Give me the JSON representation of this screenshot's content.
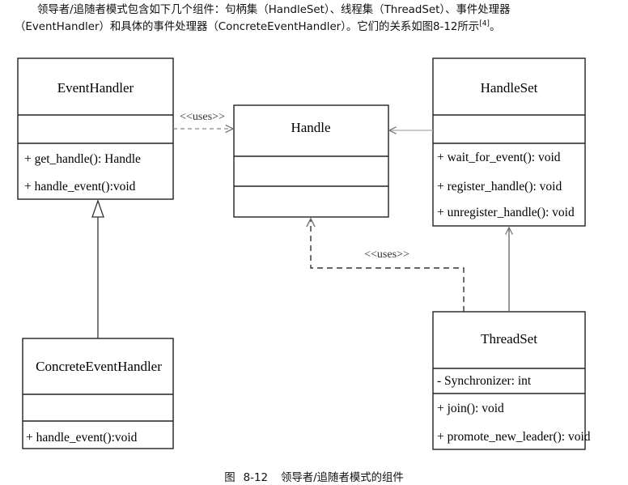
{
  "paragraph": {
    "line1": "领导者/追随者模式包含如下几个组件：句柄集（HandleSet）、线程集（ThreadSet）、事件处理器",
    "line2_prefix": "（EventHandler）和具体的事件处理器（ConcreteEventHandler）。它们的关系如图8-12所示",
    "ref": "[4]",
    "line2_suffix": "。"
  },
  "diagram": {
    "classes": {
      "event_handler": {
        "name": "EventHandler",
        "methods": [
          "+ get_handle(): Handle",
          "+ handle_event():void"
        ]
      },
      "handle": {
        "name": "Handle"
      },
      "handle_set": {
        "name": "HandleSet",
        "methods": [
          "+ wait_for_event(): void",
          "+ register_handle(): void",
          "+ unregister_handle(): void"
        ]
      },
      "concrete_event_handler": {
        "name": "ConcreteEventHandler",
        "methods": [
          "+ handle_event():void"
        ]
      },
      "thread_set": {
        "name": "ThreadSet",
        "attributes": [
          "- Synchronizer: int"
        ],
        "methods": [
          "+ join(): void",
          "+ promote_new_leader(): void"
        ]
      }
    },
    "relations": {
      "uses_top": "<<uses>>",
      "uses_bottom": "<<uses>>"
    }
  },
  "caption": {
    "label": "图",
    "number": "8-12",
    "text": "领导者/追随者模式的组件"
  }
}
